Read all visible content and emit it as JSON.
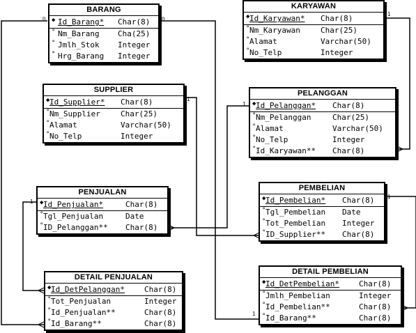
{
  "entities": {
    "barang": {
      "title": "BARANG",
      "fields": [
        {
          "mark": "◆",
          "name": "Id_Barang*",
          "type": "Char(8)"
        },
        {
          "mark": "°",
          "name": "Nm_Barang",
          "type": "Cha(25)"
        },
        {
          "mark": "°",
          "name": "Jmlh_Stok",
          "type": "Integer"
        },
        {
          "mark": "°",
          "name": "Hrg_Barang",
          "type": "Integer"
        }
      ]
    },
    "karyawan": {
      "title": "KARYAWAN",
      "fields": [
        {
          "mark": "◆",
          "name": "Id_Karyawan*",
          "type": "Char(8)"
        },
        {
          "mark": "°",
          "name": "Nm_Karyawan",
          "type": "Char(25)"
        },
        {
          "mark": "°",
          "name": "Alamat",
          "type": "Varchar(50)"
        },
        {
          "mark": "°",
          "name": "No_Telp",
          "type": "Integer"
        }
      ]
    },
    "supplier": {
      "title": "SUPPLIER",
      "fields": [
        {
          "mark": "◆",
          "name": "Id_Supplier*",
          "type": "Char(8)"
        },
        {
          "mark": "°",
          "name": "Nm_Supplier",
          "type": "Char(25)"
        },
        {
          "mark": "°",
          "name": "Alamat",
          "type": "Varchar(50)"
        },
        {
          "mark": "°",
          "name": "No_Telp",
          "type": "Integer"
        }
      ]
    },
    "pelanggan": {
      "title": "PELANGGAN",
      "fields": [
        {
          "mark": "◆",
          "name": "Id_Pelanggan*",
          "type": "Char(8)"
        },
        {
          "mark": "°",
          "name": "Nm_Pelanggan",
          "type": "Char(25)"
        },
        {
          "mark": "°",
          "name": "Alamat",
          "type": "Varchar(50)"
        },
        {
          "mark": "°",
          "name": "No_Telp",
          "type": "Integer"
        },
        {
          "mark": "°",
          "name": "Id_Karyawan**",
          "type": "Char(8)"
        }
      ]
    },
    "penjualan": {
      "title": "PENJUALAN",
      "fields": [
        {
          "mark": "◆",
          "name": "Id_Penjualan*",
          "type": "Char(8)"
        },
        {
          "mark": "°",
          "name": "Tgl_Penjualan",
          "type": "Date"
        },
        {
          "mark": "°",
          "name": "ID_Pelanggan**",
          "type": "Char(8)"
        }
      ]
    },
    "pembelian": {
      "title": "PEMBELIAN",
      "fields": [
        {
          "mark": "◆",
          "name": "Id_Pembelian*",
          "type": "Char(8)"
        },
        {
          "mark": "°",
          "name": "Tgl_Pembelian",
          "type": "Date"
        },
        {
          "mark": "°",
          "name": "Tot_Pembelian",
          "type": "Integer"
        },
        {
          "mark": "°",
          "name": "ID_Supplier**",
          "type": "Char(8)"
        }
      ]
    },
    "detail_penjualan": {
      "title": "DETAIL PENJUALAN",
      "fields": [
        {
          "mark": "◆",
          "name": "Id_DetPelanggan*",
          "type": "Char(8)"
        },
        {
          "mark": "°",
          "name": "Tot_Penjualan",
          "type": "Integer"
        },
        {
          "mark": "°",
          "name": "Id_Penjualan**",
          "type": "Char(8)"
        },
        {
          "mark": "°",
          "name": "Id_Barang**",
          "type": "Char(8)"
        }
      ]
    },
    "detail_pembelian": {
      "title": "DETAIL PEMBELIAN",
      "fields": [
        {
          "mark": "◆",
          "name": "Id_DetPembelian*",
          "type": "Char(8)"
        },
        {
          "mark": "°",
          "name": "Jmlh_Pembelian",
          "type": "Integer"
        },
        {
          "mark": "°",
          "name": "Id_Pembelian**",
          "type": "Char(8)"
        },
        {
          "mark": "°",
          "name": "Id_Barang**",
          "type": "Char(8)"
        }
      ]
    }
  },
  "cardinality": {
    "barang_detpenjualan_one": "n",
    "barang_detpembelian_one": "n",
    "karyawan_pelanggan_one": "1",
    "supplier_pembelian_one": "1",
    "pelanggan_penjualan_one": "1",
    "penjualan_detpenjualan_one": "1",
    "pembelian_detpembelian_one": "1",
    "detpembelian_barang_one": "1"
  }
}
